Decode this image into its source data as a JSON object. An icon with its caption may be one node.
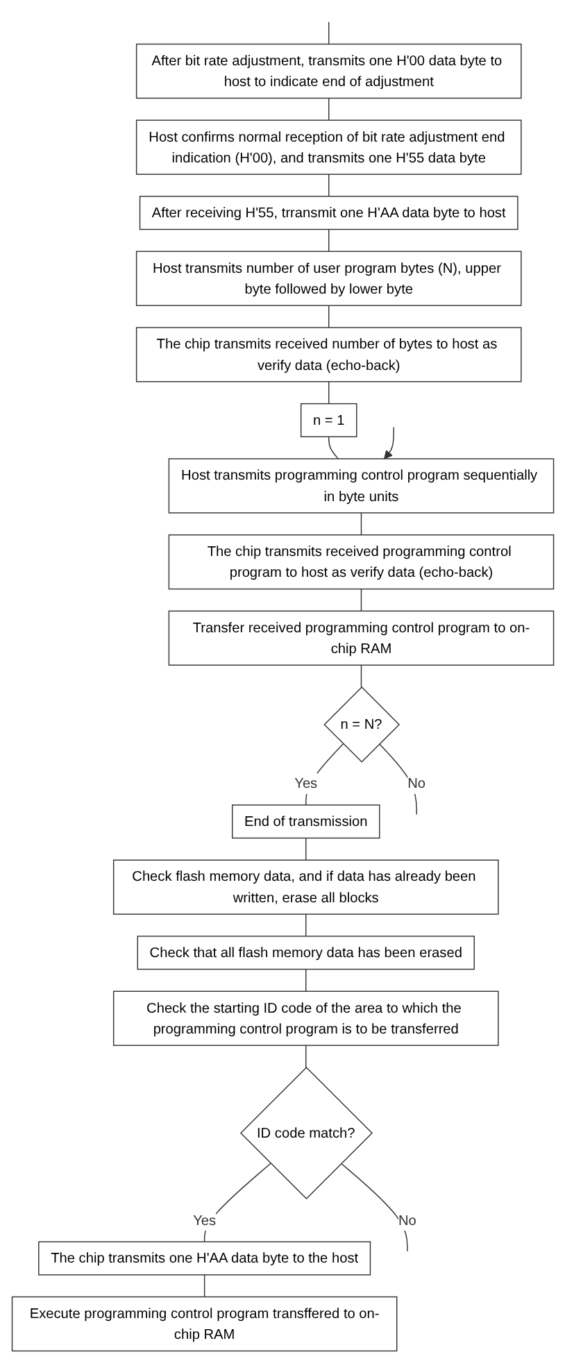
{
  "diagram": {
    "nodes": [
      {
        "text": [
          "After bit rate adjustment, transmits one H'00 data byte to host to indicate end of adjustment"
        ]
      },
      {
        "text": [
          "Host confirms normal reception of bit rate adjustment end indication (H'00), and transmits one H'55 data byte"
        ]
      },
      {
        "text": [
          "After receiving H'55, trransmit one H'AA data byte to host"
        ]
      },
      {
        "text": [
          "Host transmits number of user program bytes (N), upper byte followed by lower byte"
        ]
      },
      {
        "text": [
          "The chip transmits received number of bytes to host as verify data (echo-back)"
        ]
      },
      {
        "text": [
          "n = 1"
        ]
      },
      {
        "text": [
          "Host transmits programming control program sequentially in byte units"
        ]
      },
      {
        "text": [
          "The chip transmits received programming control program to host as verify data (echo-back)"
        ]
      },
      {
        "text": [
          "Transfer received programming control program to on-chip RAM"
        ]
      },
      {
        "text": [
          "n = N?"
        ]
      },
      {
        "text": [
          "End of transmission"
        ]
      },
      {
        "text": [
          "Check flash memory data, and if data has already been written, erase all blocks"
        ]
      },
      {
        "text": [
          "Check that all flash memory data has been erased"
        ]
      },
      {
        "text": [
          "Check the starting ID code of the area to which the programming control program is to be transferred"
        ]
      },
      {
        "text": [
          "ID code match?"
        ]
      },
      {
        "text": [
          "The chip transmits one H'AA data byte to the host"
        ]
      },
      {
        "text": [
          "Execute programming control program transffered to on-chip RAM"
        ]
      }
    ],
    "edges": [
      {
        "from": null,
        "to": 0,
        "arrow": "none"
      },
      {
        "from": 0,
        "to": 1,
        "arrow": "none"
      },
      {
        "from": 1,
        "to": 2,
        "arrow": "none"
      },
      {
        "from": 2,
        "to": 3,
        "arrow": "none"
      },
      {
        "from": 3,
        "to": 4,
        "arrow": "none"
      },
      {
        "from": 4,
        "to": 5,
        "arrow": "none"
      },
      {
        "from": 5,
        "to": 6,
        "arrow": "none"
      },
      {
        "from": null,
        "to": 6,
        "arrow": "to"
      },
      {
        "from": 6,
        "to": 7,
        "arrow": "none"
      },
      {
        "from": 7,
        "to": 8,
        "arrow": "none"
      },
      {
        "from": 8,
        "to": 9,
        "arrow": "none"
      },
      {
        "from": 9,
        "to": 10,
        "label": "Yes",
        "arrow": "none"
      },
      {
        "from": 9,
        "to": null,
        "label": "No",
        "arrow": "none"
      },
      {
        "from": 10,
        "to": 11,
        "arrow": "none"
      },
      {
        "from": 11,
        "to": 12,
        "arrow": "none"
      },
      {
        "from": 12,
        "to": 13,
        "arrow": "none"
      },
      {
        "from": 13,
        "to": 14,
        "arrow": "none"
      },
      {
        "from": 14,
        "to": 15,
        "label": "Yes",
        "arrow": "none"
      },
      {
        "from": 14,
        "to": null,
        "label": "No",
        "arrow": "none"
      },
      {
        "from": 15,
        "to": 16,
        "arrow": "none"
      }
    ]
  }
}
